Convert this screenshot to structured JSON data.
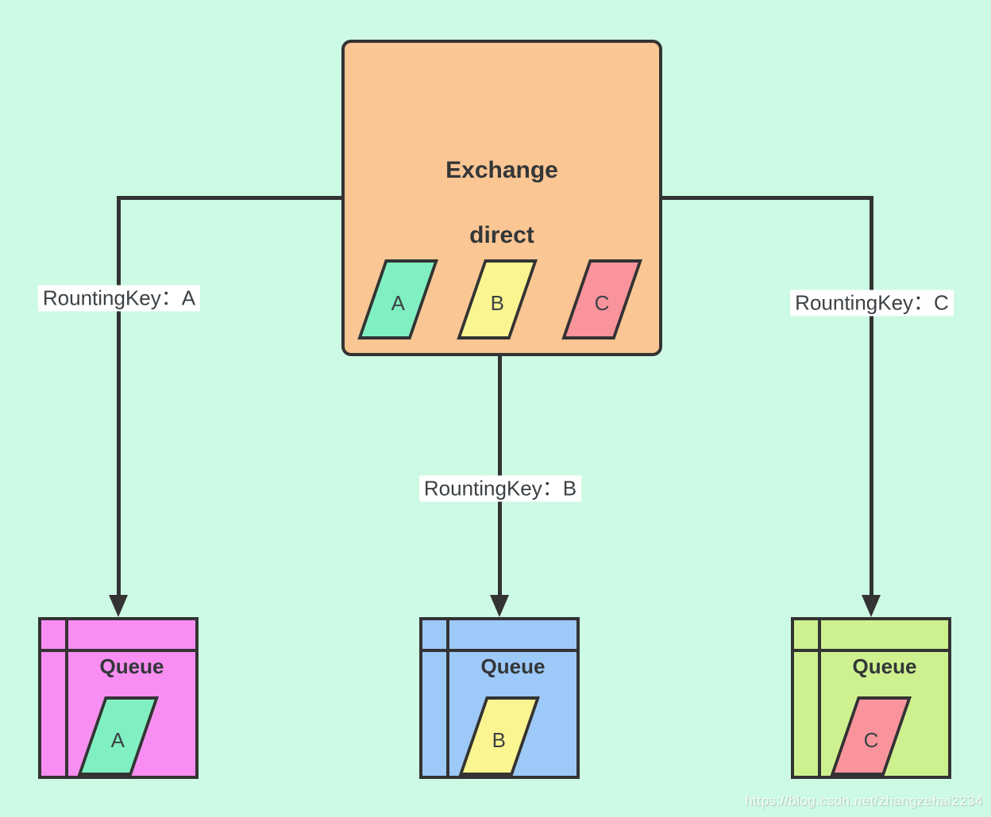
{
  "colors": {
    "background": "#CDFAE4",
    "stroke": "#333333",
    "label_bg": "#FFFFFF",
    "text_primary": "#333638",
    "text_secondary": "#3C4145"
  },
  "exchange": {
    "title": "Exchange",
    "type": "direct",
    "fill": "#FAC693",
    "messages": [
      {
        "label": "A",
        "fill": "#80EFC1"
      },
      {
        "label": "B",
        "fill": "#FAF590"
      },
      {
        "label": "C",
        "fill": "#FA949C"
      }
    ]
  },
  "routing_keys": [
    {
      "label": "RountingKey：A"
    },
    {
      "label": "RountingKey：B"
    },
    {
      "label": "RountingKey：C"
    }
  ],
  "queues": [
    {
      "title": "Queue",
      "fill": "#F88EF1",
      "message": {
        "label": "A",
        "fill": "#80EFC1"
      }
    },
    {
      "title": "Queue",
      "fill": "#9DC9F8",
      "message": {
        "label": "B",
        "fill": "#FAF590"
      }
    },
    {
      "title": "Queue",
      "fill": "#CEF18F",
      "message": {
        "label": "C",
        "fill": "#FA949C"
      }
    }
  ],
  "watermark": "https://blog.csdn.net/zhangzehai2234"
}
